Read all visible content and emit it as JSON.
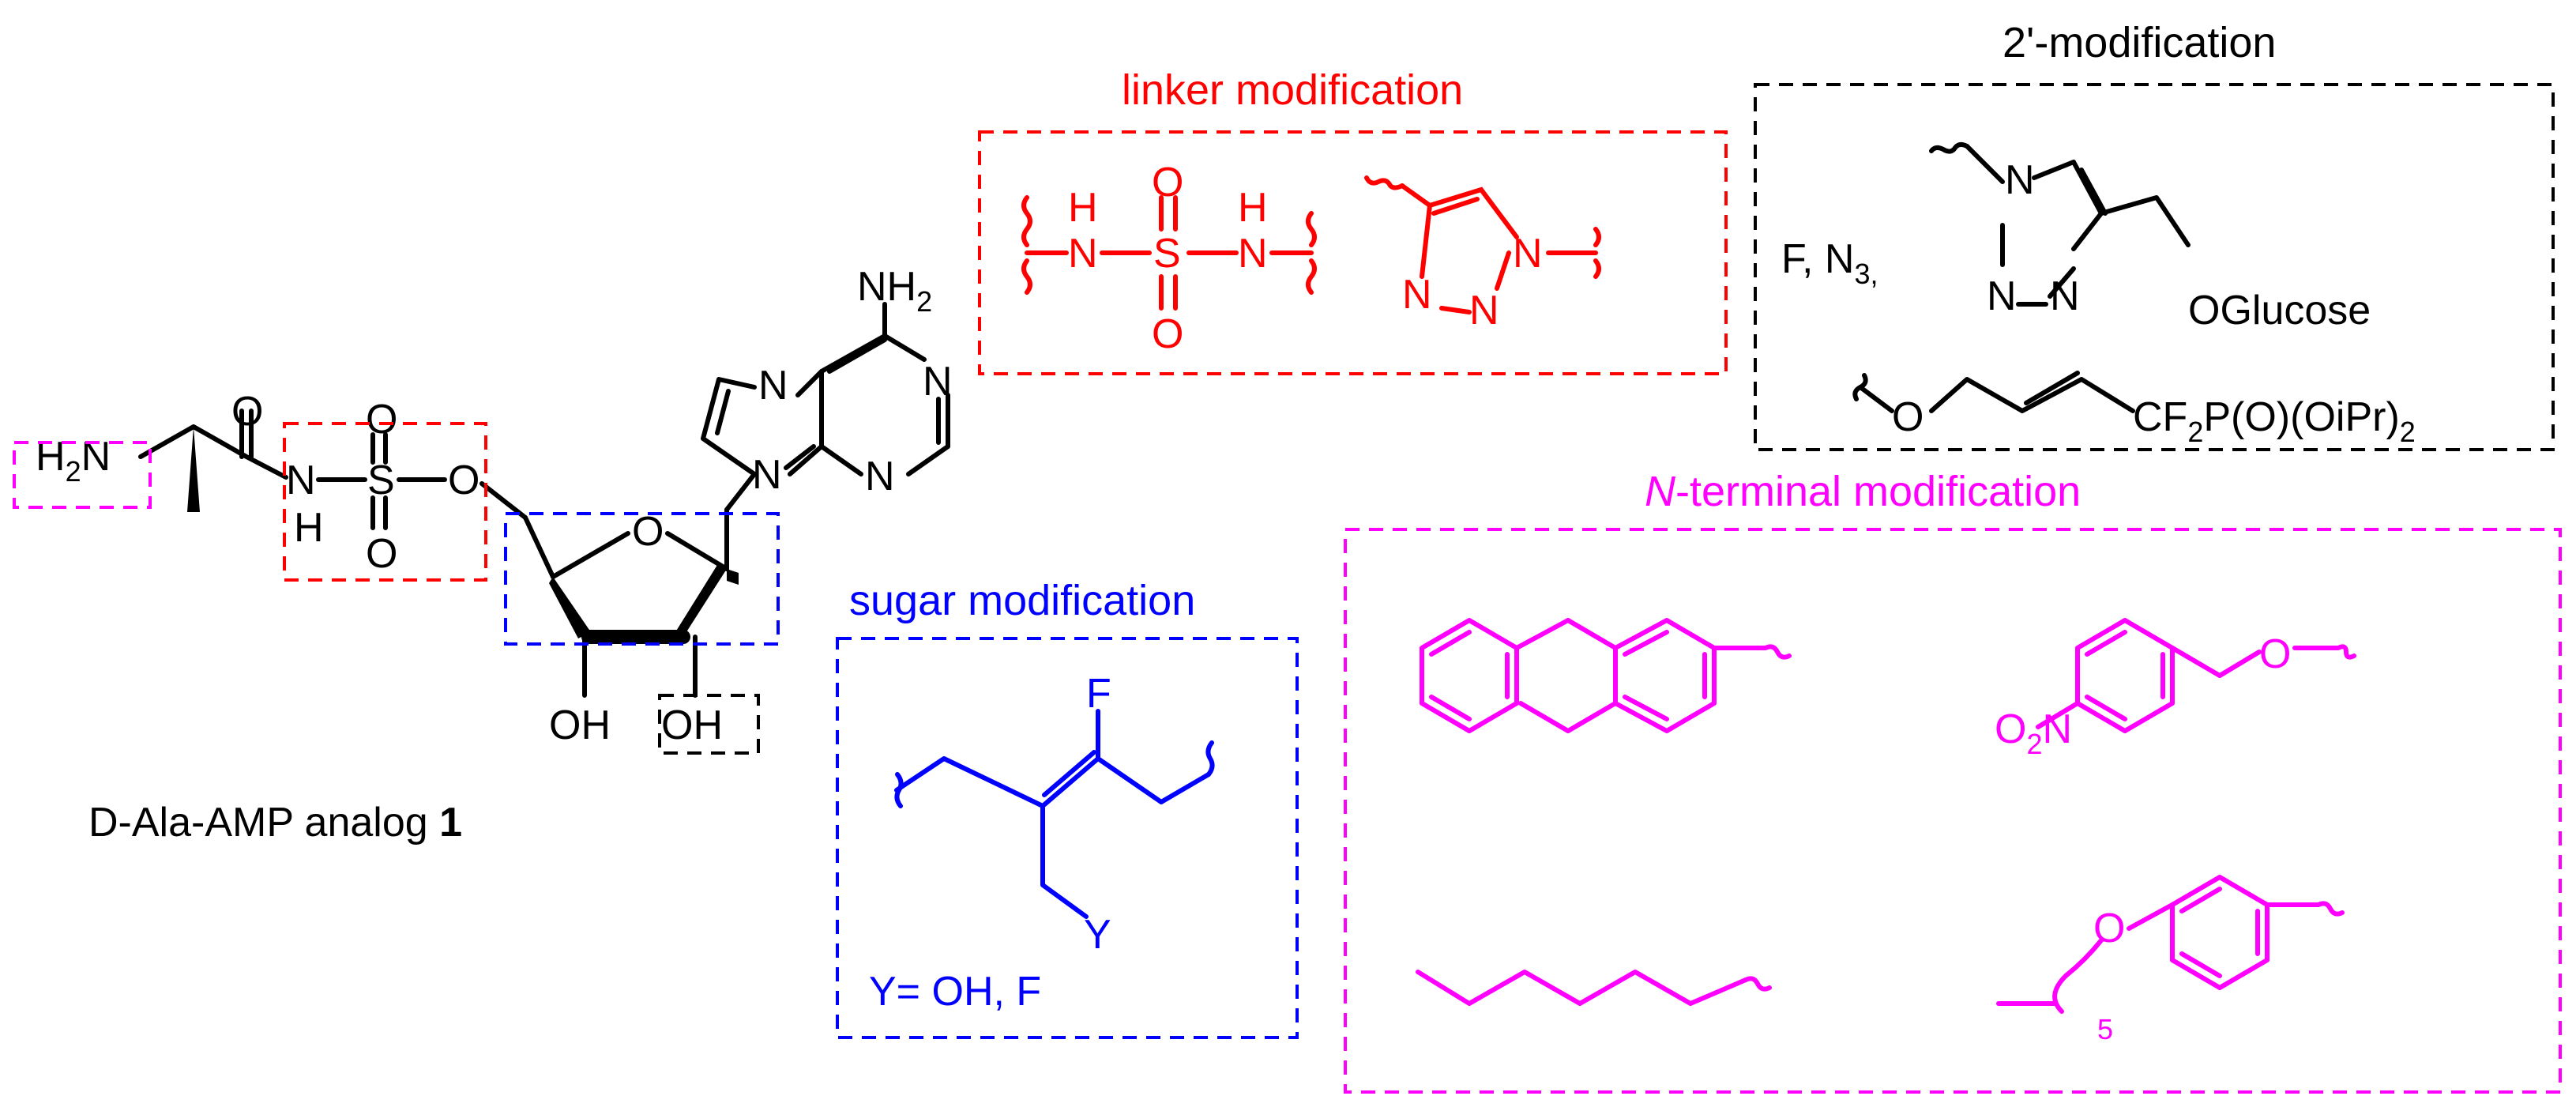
{
  "colors": {
    "black": "#000000",
    "red": "#ff0000",
    "blue": "#0000ff",
    "magenta": "#ff00ff"
  },
  "compound": {
    "name_prefix": "D-Ala-AMP analog",
    "name_number": "1"
  },
  "atoms": {
    "h2n": "H",
    "h2n_sub": "2",
    "h2n_n": "N",
    "o": "O",
    "n": "N",
    "h": "H",
    "s": "S",
    "nh2_n": "NH",
    "nh2_sub": "2",
    "oh": "OH",
    "f": "F",
    "y": "Y"
  },
  "linker_box": {
    "title": "linker modification"
  },
  "mod2_box": {
    "title": "2'-modification",
    "f_n3_prefix": "F,  N",
    "f_n3_sub": "3,",
    "oglucose": "OGlucose",
    "cf2_prefix": "CF",
    "cf2_sub": "2",
    "cf2_rest": "P(O)(OiPr)",
    "cf2_sub2": "2"
  },
  "sugar_box": {
    "title": "sugar modification",
    "y_values": "Y= OH, F"
  },
  "nterm_box": {
    "title_italic": "N",
    "title_rest": "-terminal modification",
    "o2n_prefix": "O",
    "o2n_sub": "2",
    "o2n_n": "N",
    "repeat_sub": "5"
  }
}
